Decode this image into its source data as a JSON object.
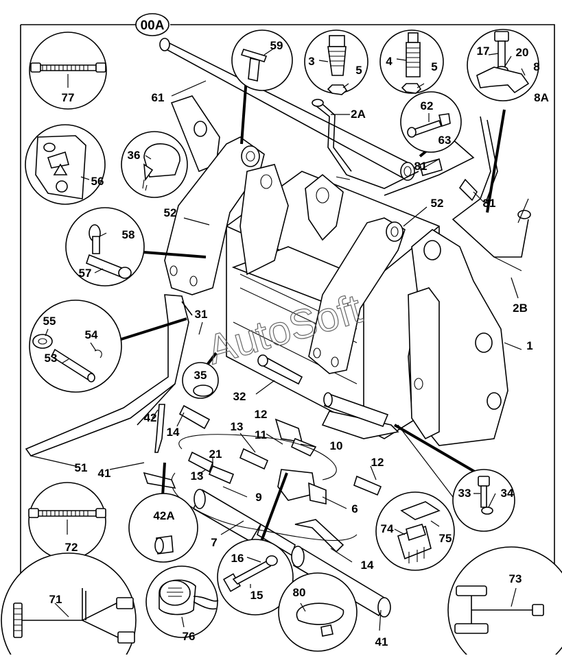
{
  "diagram": {
    "header_badge": "00A",
    "watermark": "AutoSoft",
    "callouts": [
      {
        "id": "77"
      },
      {
        "id": "59"
      },
      {
        "id": "3"
      },
      {
        "id": "5a",
        "label": "5"
      },
      {
        "id": "4"
      },
      {
        "id": "5b",
        "label": "5"
      },
      {
        "id": "17"
      },
      {
        "id": "20"
      },
      {
        "id": "8"
      },
      {
        "id": "8A"
      },
      {
        "id": "61"
      },
      {
        "id": "2A"
      },
      {
        "id": "62"
      },
      {
        "id": "63"
      },
      {
        "id": "56"
      },
      {
        "id": "36"
      },
      {
        "id": "81a",
        "label": "81"
      },
      {
        "id": "81b",
        "label": "81"
      },
      {
        "id": "52a",
        "label": "52"
      },
      {
        "id": "52b",
        "label": "52"
      },
      {
        "id": "58"
      },
      {
        "id": "57"
      },
      {
        "id": "2B"
      },
      {
        "id": "55"
      },
      {
        "id": "54"
      },
      {
        "id": "53"
      },
      {
        "id": "31"
      },
      {
        "id": "1"
      },
      {
        "id": "35"
      },
      {
        "id": "32"
      },
      {
        "id": "42"
      },
      {
        "id": "14a",
        "label": "14"
      },
      {
        "id": "12a",
        "label": "12"
      },
      {
        "id": "13a",
        "label": "13"
      },
      {
        "id": "11"
      },
      {
        "id": "10"
      },
      {
        "id": "51"
      },
      {
        "id": "21"
      },
      {
        "id": "12b",
        "label": "12"
      },
      {
        "id": "41a",
        "label": "41"
      },
      {
        "id": "13b",
        "label": "13"
      },
      {
        "id": "9"
      },
      {
        "id": "33"
      },
      {
        "id": "34"
      },
      {
        "id": "42A"
      },
      {
        "id": "6"
      },
      {
        "id": "72"
      },
      {
        "id": "74"
      },
      {
        "id": "75"
      },
      {
        "id": "7"
      },
      {
        "id": "16"
      },
      {
        "id": "14b",
        "label": "14"
      },
      {
        "id": "15"
      },
      {
        "id": "80"
      },
      {
        "id": "73"
      },
      {
        "id": "71"
      },
      {
        "id": "76"
      },
      {
        "id": "41b",
        "label": "41"
      }
    ]
  }
}
